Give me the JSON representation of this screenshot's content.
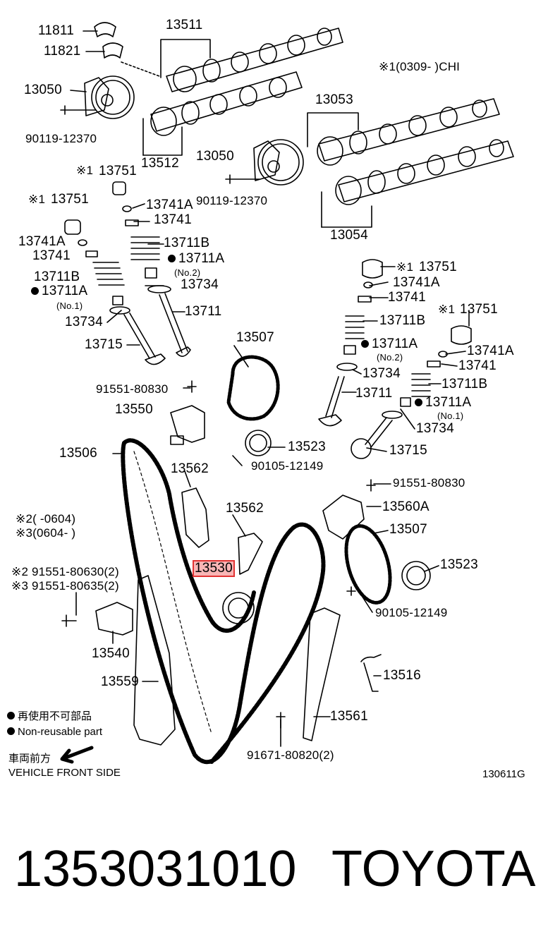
{
  "labels": {
    "l11811": "11811",
    "l11821": "11821",
    "l13511": "13511",
    "l13050a": "13050",
    "l90119a": "90119-12370",
    "l13512": "13512",
    "l13053": "13053",
    "l13050b": "13050",
    "l90119b": "90119-12370",
    "l13054": "13054",
    "chi_note": "※1(0309-    )CHI",
    "l13751a": "13751",
    "l13751b": "13751",
    "l13741Aa": "13741A",
    "l13741a": "13741",
    "l13741Ab": "13741A",
    "l13741b": "13741",
    "l13711Ba": "13711B",
    "l13711Aa": "13711A",
    "l13711Aa_no": "(No.2)",
    "l13711Bb": "13711B",
    "l13734a": "13734",
    "l13711Ab": "13711A",
    "l13711Ab_no": "(No.1)",
    "l13711a": "13711",
    "l13734b": "13734",
    "l13715a": "13715",
    "l13507a": "13507",
    "l91551a": "91551-80830",
    "l13550": "13550",
    "l13506": "13506",
    "l13523a": "13523",
    "l90105a": "90105-12149",
    "l13562a": "13562",
    "l13562b": "13562",
    "l13530": "13530",
    "note_r2": "※2(      -0604)",
    "note_r3": "※3(0604-      )",
    "l91551b": "※2 91551-80630(2)",
    "l91551c": "※3 91551-80635(2)",
    "l13540": "13540",
    "l13559": "13559",
    "r13751a": "13751",
    "r13741A": "13741A",
    "r13741": "13741",
    "r13711B": "13711B",
    "r13711A": "13711A",
    "r13711A_no": "(No.2)",
    "r13734": "13734",
    "r13711": "13711",
    "r13751b": "13751",
    "r13741Ab": "13741A",
    "r13741b": "13741",
    "r13711Bb": "13711B",
    "r13711Ab": "13711A",
    "r13711Ab_no": "(No.1)",
    "r13734b": "13734",
    "r13715": "13715",
    "l91551d": "91551-80830",
    "l13560A": "13560A",
    "l13507b": "13507",
    "l13523b": "13523",
    "l90105b": "90105-12149",
    "l13516": "13516",
    "l13561": "13561",
    "l91671": "91671-80820(2)",
    "mark1": "※1",
    "mark2": "※1",
    "mark3": "※1",
    "mark4": "※1"
  },
  "legend": {
    "jp_nonreusable": "再使用不可部品",
    "en_nonreusable": "Non-reusable part",
    "jp_front": "車両前方",
    "en_front": "VEHICLE FRONT SIDE"
  },
  "diagram_id": "130611G",
  "part_number": "1353031010",
  "brand": "TOYOTA",
  "highlight_color": "#e23333"
}
